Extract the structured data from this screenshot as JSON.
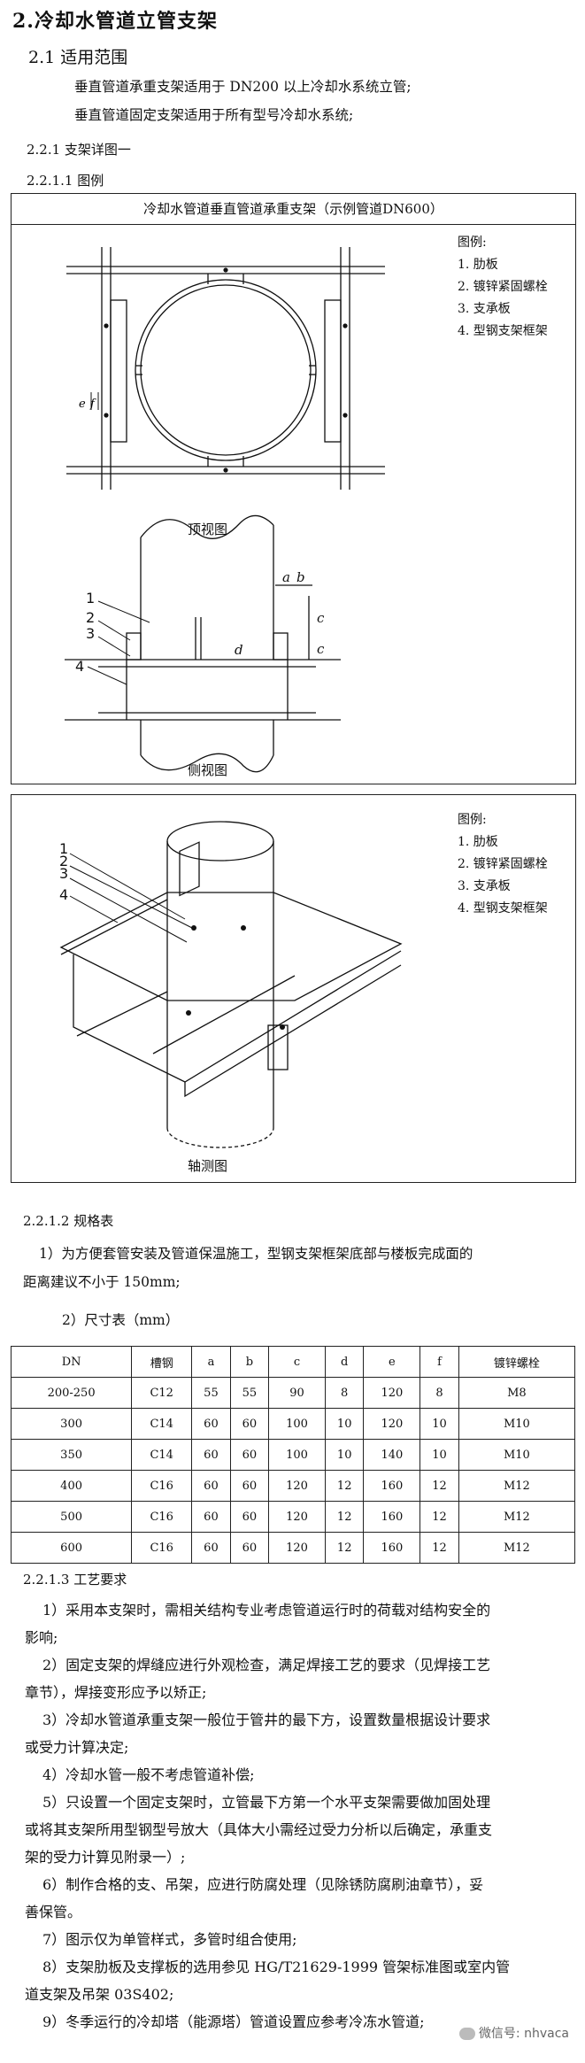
{
  "section": {
    "title": "2.冷却水管道立管支架",
    "sub_title": "2.1 适用范围",
    "scope_lines": [
      "垂直管道承重支架适用于 DN200 以上冷却水系统立管;",
      "垂直管道固定支架适用于所有型号冷却水系统;"
    ],
    "detail_heading": "2.2.1 支架详图一",
    "legend_heading": "2.2.1.1 图例"
  },
  "figure1": {
    "title": "冷却水管道垂直管道承重支架（示例管道DN600）",
    "legend": [
      "图例:",
      "1. 肋板",
      "2. 镀锌紧固螺栓",
      "3. 支承板",
      "4. 型钢支架框架"
    ],
    "top_caption": "顶视图",
    "side_caption": "侧视图",
    "labels": {
      "e": "e",
      "f": "f",
      "a": "a",
      "b": "b",
      "c": "c",
      "d": "d",
      "n1": "1",
      "n2": "2",
      "n3": "3",
      "n4": "4"
    }
  },
  "figure2": {
    "legend": [
      "图例:",
      "1. 肋板",
      "2. 镀锌紧固螺栓",
      "3. 支承板",
      "4. 型钢支架框架"
    ],
    "caption": "轴测图",
    "labels": {
      "n1": "1",
      "n2": "2",
      "n3": "3",
      "n4": "4"
    }
  },
  "spec": {
    "heading": "2.2.1.2 规格表",
    "note1": "1）为方便套管安装及管道保温施工，型钢支架框架底部与楼板完成面的",
    "note2": "距离建议不小于 150mm;",
    "size_heading": "2）尺寸表（mm）",
    "headers": [
      "DN",
      "槽钢",
      "a",
      "b",
      "c",
      "d",
      "e",
      "f",
      "镀锌螺栓"
    ],
    "rows": [
      [
        "200-250",
        "C12",
        "55",
        "55",
        "90",
        "8",
        "120",
        "8",
        "M8"
      ],
      [
        "300",
        "C14",
        "60",
        "60",
        "100",
        "10",
        "120",
        "10",
        "M10"
      ],
      [
        "350",
        "C14",
        "60",
        "60",
        "100",
        "10",
        "140",
        "10",
        "M10"
      ],
      [
        "400",
        "C16",
        "60",
        "60",
        "120",
        "12",
        "160",
        "12",
        "M12"
      ],
      [
        "500",
        "C16",
        "60",
        "60",
        "120",
        "12",
        "160",
        "12",
        "M12"
      ],
      [
        "600",
        "C16",
        "60",
        "60",
        "120",
        "12",
        "160",
        "12",
        "M12"
      ]
    ]
  },
  "requirements": {
    "heading": "2.2.1.3 工艺要求",
    "lines": [
      "1）采用本支架时，需相关结构专业考虑管道运行时的荷载对结构安全的",
      "影响;",
      "2）固定支架的焊缝应进行外观检查，满足焊接工艺的要求（见焊接工艺",
      "章节），焊接变形应予以矫正;",
      "3）冷却水管道承重支架一般位于管井的最下方，设置数量根据设计要求",
      "或受力计算决定;",
      "4）冷却水管一般不考虑管道补偿;",
      "5）只设置一个固定支架时，立管最下方第一个水平支架需要做加固处理",
      "或将其支架所用型钢型号放大（具体大小需经过受力分析以后确定，承重支",
      "架的受力计算见附录一）;",
      "6）制作合格的支、吊架，应进行防腐处理（见除锈防腐刷油章节），妥",
      "善保管。",
      "7）图示仅为单管样式，多管时组合使用;",
      "8）支架肋板及支撑板的选用参见 HG/T21629-1999 管架标准图或室内管",
      "道支架及吊架 03S402;",
      "9）冬季运行的冷却塔（能源塔）管道设置应参考冷冻水管道;"
    ]
  },
  "watermark": "微信号: nhvaca"
}
